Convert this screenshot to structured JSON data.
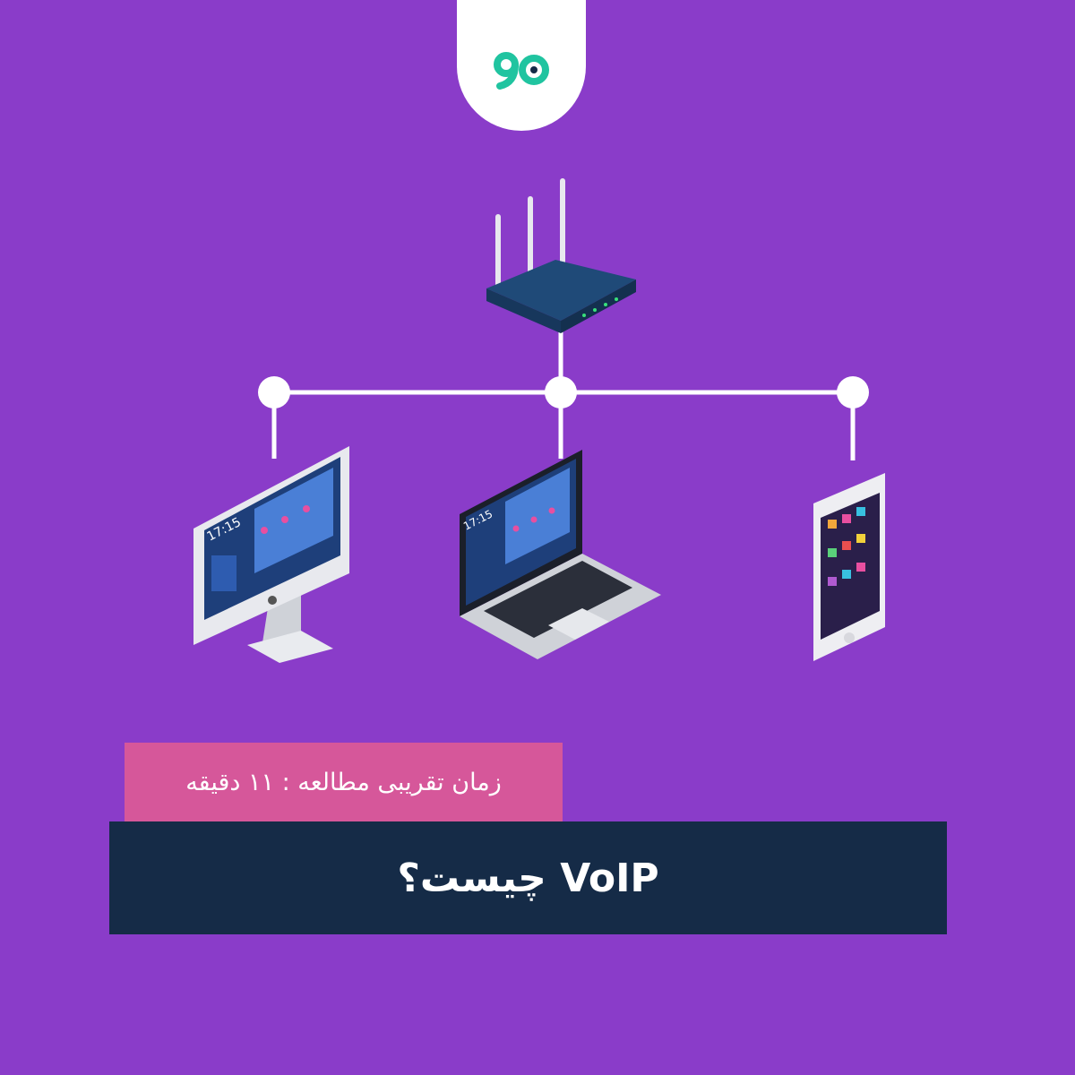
{
  "brand": {
    "logo_icon": "brand-logo-icon",
    "logo_text": "90",
    "colors": {
      "primary": "#20c4a0",
      "dark": "#152b47",
      "accent": "#d6579a",
      "background": "#8a3cc9"
    }
  },
  "diagram": {
    "router_icon": "wifi-router-icon",
    "devices": [
      {
        "icon": "desktop-monitor-icon",
        "clock": "17:15"
      },
      {
        "icon": "laptop-icon",
        "clock": "17:15"
      },
      {
        "icon": "smartphone-icon"
      }
    ]
  },
  "reading_time": "زمان تقریبی مطالعه : ۱۱ دقیقه",
  "title": "VoIP چیست؟"
}
